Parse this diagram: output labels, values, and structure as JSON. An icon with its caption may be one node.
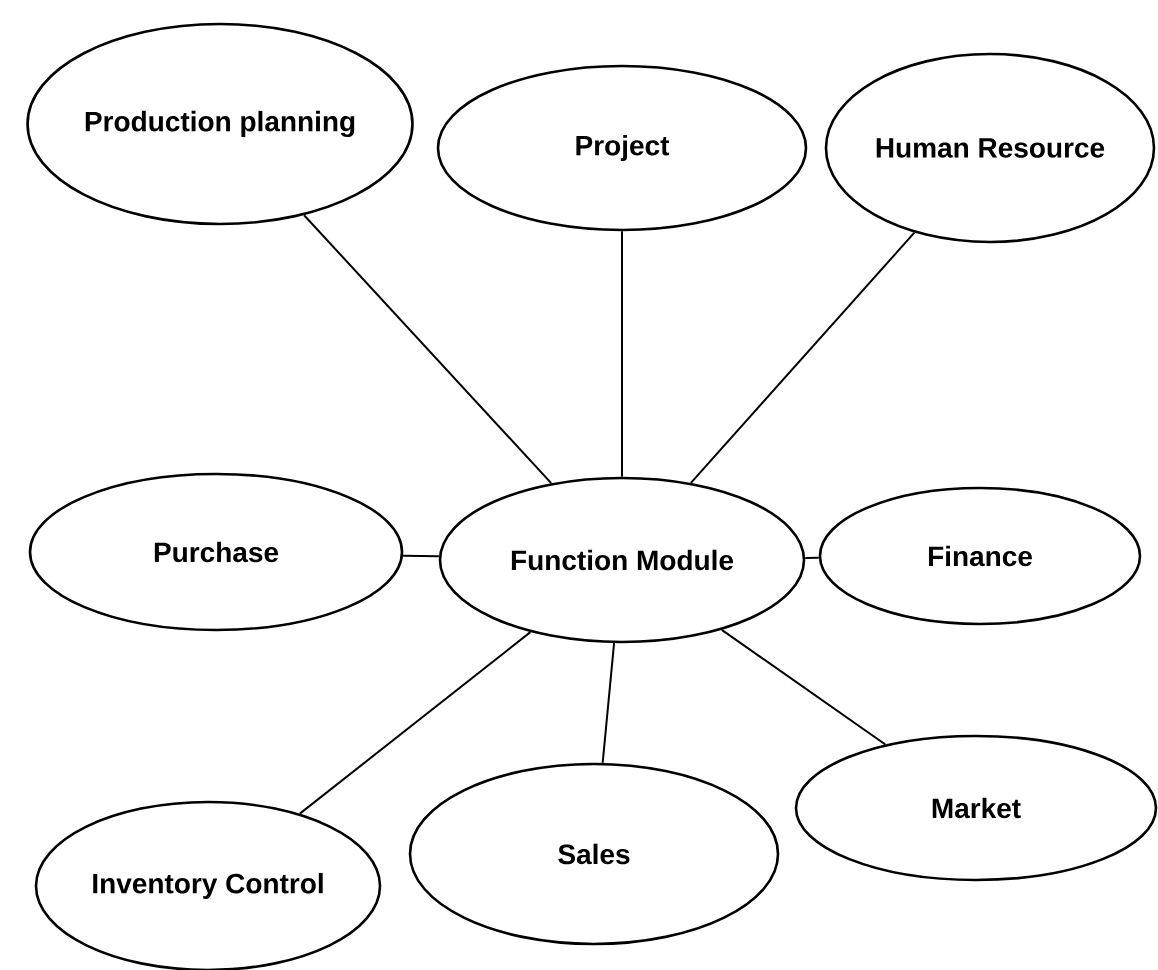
{
  "diagram": {
    "nodes": [
      {
        "text": [
          "Production planning"
        ]
      },
      {
        "text": [
          "Project"
        ]
      },
      {
        "text": [
          "Human Resource"
        ]
      },
      {
        "text": [
          "Purchase"
        ]
      },
      {
        "text": [
          "Function Module"
        ]
      },
      {
        "text": [
          "Finance"
        ]
      },
      {
        "text": [
          "Inventory Control"
        ]
      },
      {
        "text": [
          "Sales"
        ]
      },
      {
        "text": [
          "Market"
        ]
      }
    ],
    "edges": [
      {
        "from": 4,
        "to": 0,
        "arrow": "none"
      },
      {
        "from": 4,
        "to": 1,
        "arrow": "none"
      },
      {
        "from": 4,
        "to": 2,
        "arrow": "none"
      },
      {
        "from": 4,
        "to": 3,
        "arrow": "none"
      },
      {
        "from": 4,
        "to": 5,
        "arrow": "none"
      },
      {
        "from": 4,
        "to": 6,
        "arrow": "none"
      },
      {
        "from": 4,
        "to": 7,
        "arrow": "none"
      },
      {
        "from": 4,
        "to": 8,
        "arrow": "none"
      }
    ]
  }
}
